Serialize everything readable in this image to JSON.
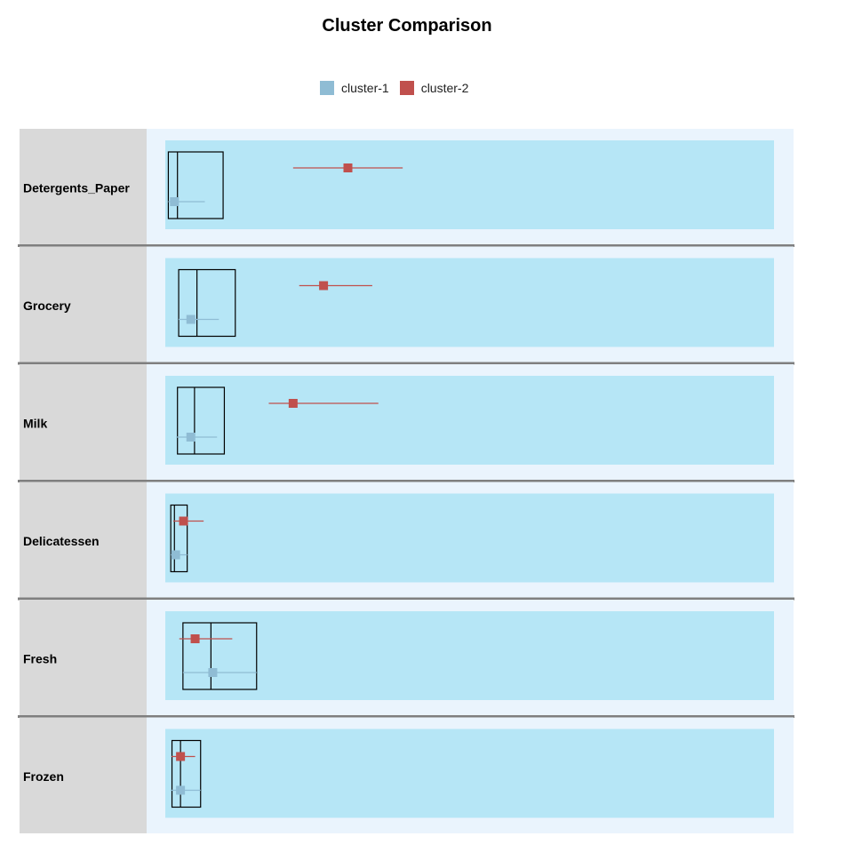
{
  "chart_data": {
    "type": "boxplot-comparison",
    "title": "Cluster Comparison",
    "legend_position": "top-center",
    "scale": "each row scaled independently; no axis ticks or values shown",
    "series": [
      {
        "name": "cluster-1",
        "color": "#8fbcd4"
      },
      {
        "name": "cluster-2",
        "color": "#c0504d"
      }
    ],
    "rows": [
      {
        "label": "Detergents_Paper",
        "box": {
          "q1": 0.005,
          "median": 0.02,
          "q3": 0.095
        },
        "clusters": [
          {
            "series": "cluster-1",
            "center": 0.015,
            "low": 0.005,
            "high": 0.065
          },
          {
            "series": "cluster-2",
            "center": 0.3,
            "low": 0.21,
            "high": 0.39
          }
        ]
      },
      {
        "label": "Grocery",
        "box": {
          "q1": 0.022,
          "median": 0.052,
          "q3": 0.115
        },
        "clusters": [
          {
            "series": "cluster-1",
            "center": 0.042,
            "low": 0.022,
            "high": 0.088
          },
          {
            "series": "cluster-2",
            "center": 0.26,
            "low": 0.22,
            "high": 0.34
          }
        ]
      },
      {
        "label": "Milk",
        "box": {
          "q1": 0.02,
          "median": 0.048,
          "q3": 0.097
        },
        "clusters": [
          {
            "series": "cluster-1",
            "center": 0.042,
            "low": 0.018,
            "high": 0.085
          },
          {
            "series": "cluster-2",
            "center": 0.21,
            "low": 0.17,
            "high": 0.35
          }
        ]
      },
      {
        "label": "Delicatessen",
        "box": {
          "q1": 0.009,
          "median": 0.015,
          "q3": 0.036
        },
        "clusters": [
          {
            "series": "cluster-1",
            "center": 0.017,
            "low": 0.009,
            "high": 0.036
          },
          {
            "series": "cluster-2",
            "center": 0.03,
            "low": 0.013,
            "high": 0.063
          }
        ]
      },
      {
        "label": "Fresh",
        "box": {
          "q1": 0.029,
          "median": 0.075,
          "q3": 0.15
        },
        "clusters": [
          {
            "series": "cluster-1",
            "center": 0.078,
            "low": 0.029,
            "high": 0.15
          },
          {
            "series": "cluster-2",
            "center": 0.049,
            "low": 0.023,
            "high": 0.11
          }
        ]
      },
      {
        "label": "Frozen",
        "box": {
          "q1": 0.011,
          "median": 0.025,
          "q3": 0.058
        },
        "clusters": [
          {
            "series": "cluster-1",
            "center": 0.025,
            "low": 0.009,
            "high": 0.058
          },
          {
            "series": "cluster-2",
            "center": 0.025,
            "low": 0.01,
            "high": 0.049
          }
        ]
      }
    ]
  }
}
